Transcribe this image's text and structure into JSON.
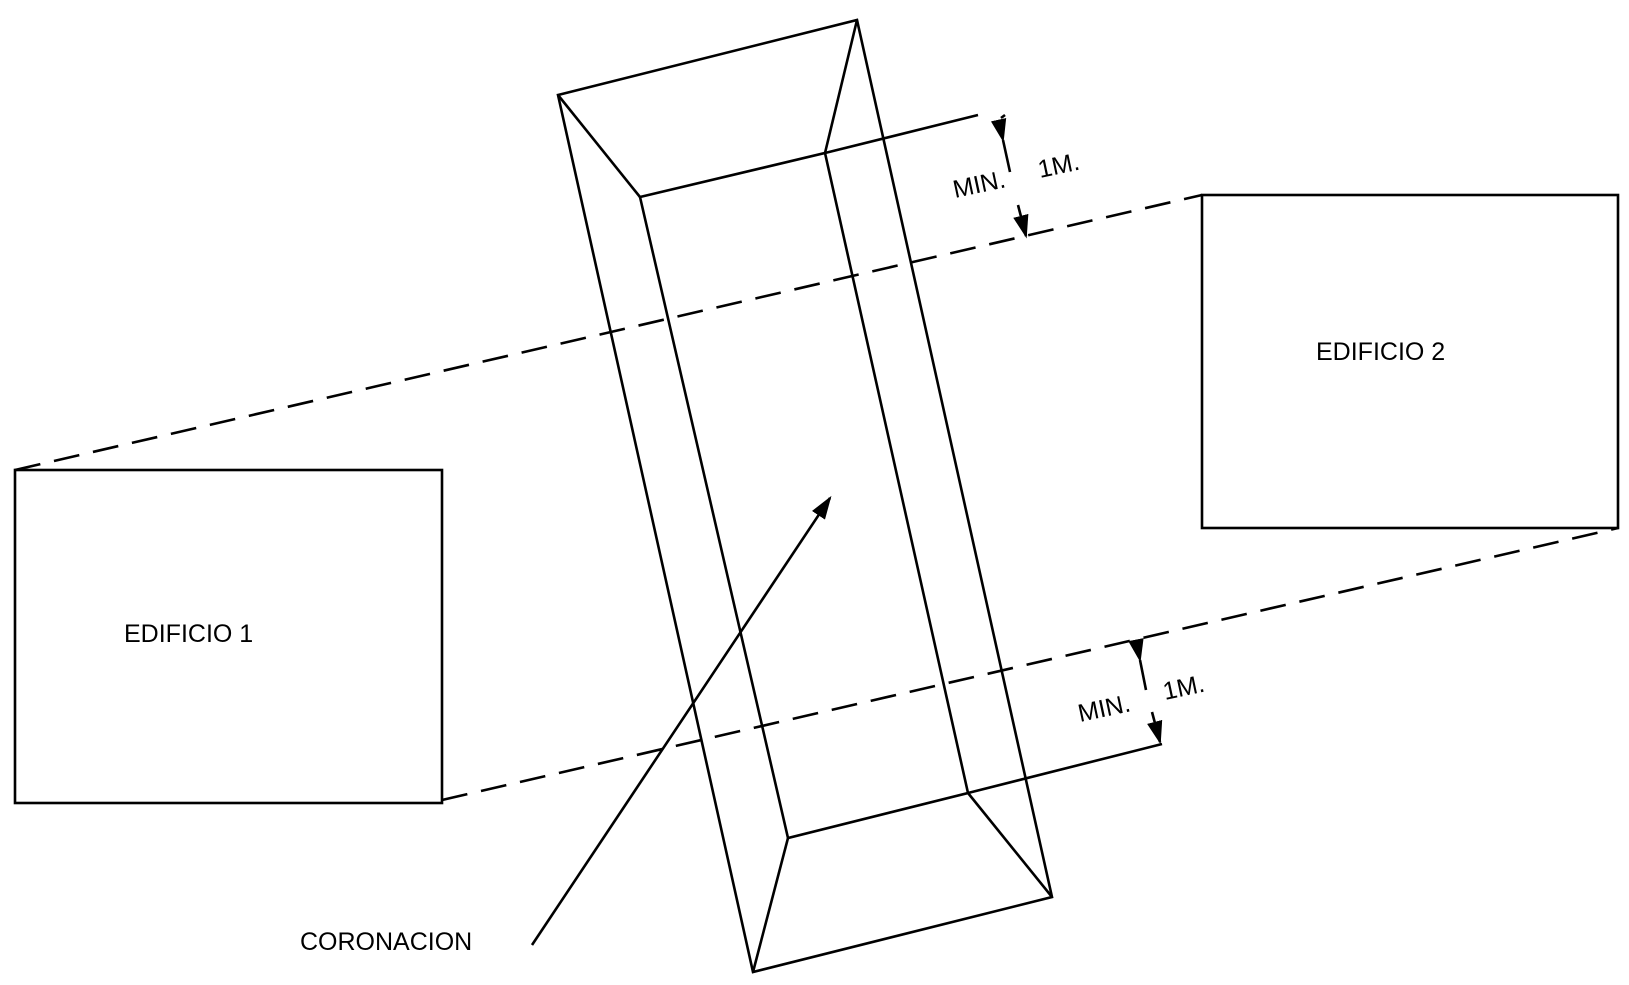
{
  "labels": {
    "building_1": "EDIFICIO 1",
    "building_2": "EDIFICIO 2",
    "coronation": "CORONACION",
    "min_top": "MIN.",
    "dist_top": "1M.",
    "min_bottom": "MIN.",
    "dist_bottom": "1M."
  },
  "colors": {
    "ink": "#000000",
    "paper": "#ffffff"
  }
}
